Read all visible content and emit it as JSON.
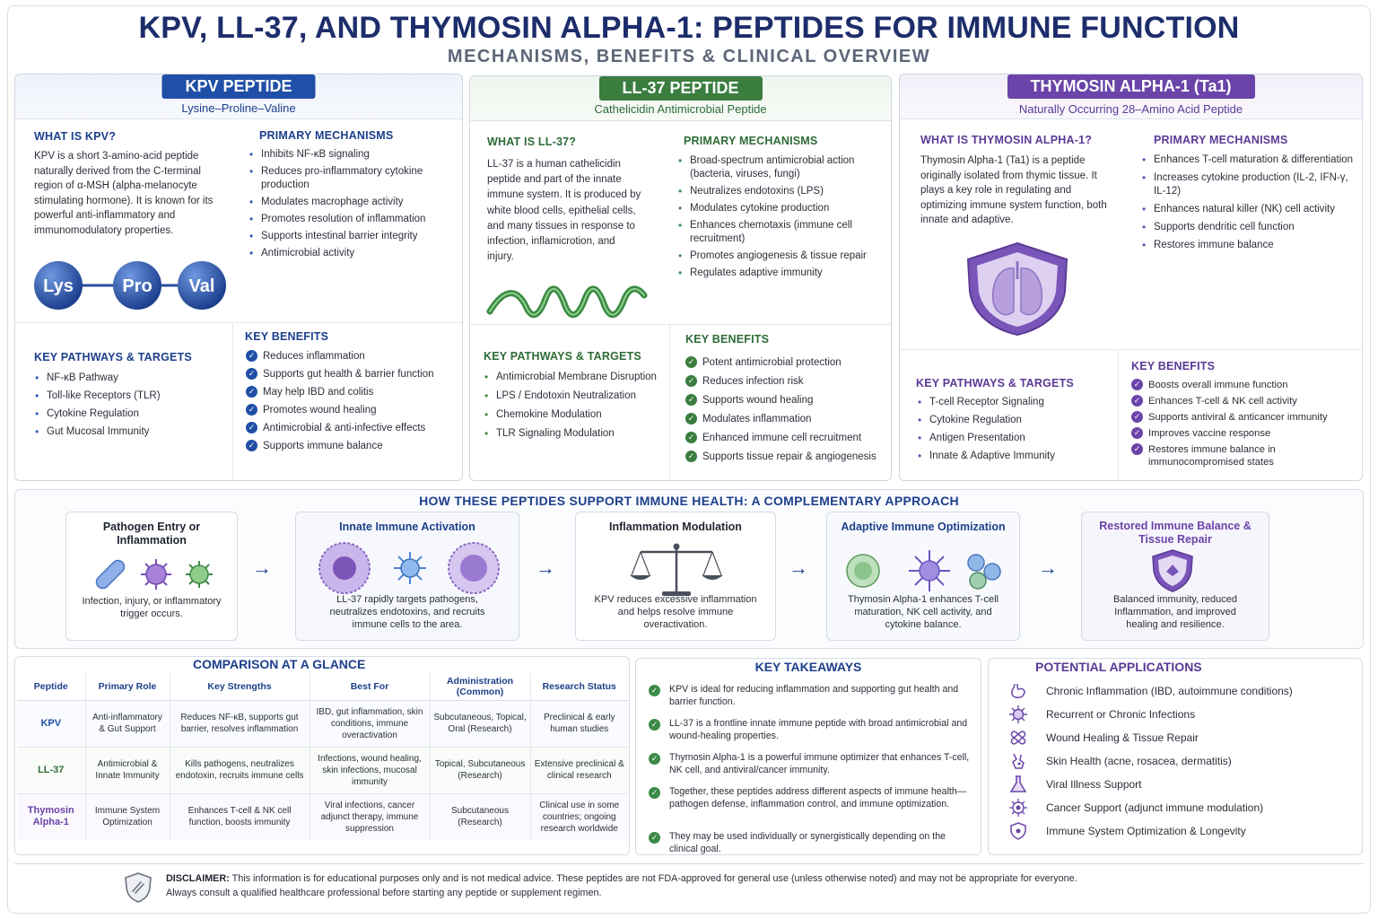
{
  "header": {
    "title": "KPV, LL-37, AND THYMOSIN ALPHA-1: PEPTIDES FOR IMMUNE FUNCTION",
    "subtitle": "MECHANISMS, BENEFITS & CLINICAL OVERVIEW"
  },
  "colors": {
    "kpv": "#1f4fa6",
    "ll37": "#3a7d3f",
    "thymosin": "#6a44a8",
    "navy": "#1d3f8c"
  },
  "kpv": {
    "pill": "KPV PEPTIDE",
    "sub": "Lysine–Proline–Valine",
    "what_title": "WHAT IS KPV?",
    "what_text": "KPV is a short 3-amino-acid peptide naturally derived from the C-terminal region of α-MSH (alpha-melanocyte stimulating hormone). It is known for its powerful anti-inflammatory and immunomodulatory properties.",
    "mech_title": "PRIMARY MECHANISMS",
    "mechanisms": [
      "Inhibits NF-κB signaling",
      "Reduces pro-inflammatory cytokine production",
      "Modulates macrophage activity",
      "Promotes resolution of inflammation",
      "Supports intestinal barrier integrity",
      "Antimicrobial activity"
    ],
    "residues": [
      "Lys",
      "Pro",
      "Val"
    ],
    "path_title": "KEY PATHWAYS & TARGETS",
    "pathways": [
      "NF-κB Pathway",
      "Toll-like Receptors (TLR)",
      "Cytokine Regulation",
      "Gut Mucosal Immunity"
    ],
    "ben_title": "KEY BENEFITS",
    "benefits": [
      "Reduces inflammation",
      "Supports gut health & barrier function",
      "May help IBD and colitis",
      "Promotes wound healing",
      "Antimicrobial & anti-infective effects",
      "Supports immune balance"
    ]
  },
  "ll37": {
    "pill": "LL-37 PEPTIDE",
    "sub": "Cathelicidin Antimicrobial Peptide",
    "what_title": "WHAT IS LL-37?",
    "what_text": "LL-37 is a human cathelicidin peptide and part of the innate immune system. It is produced by white blood cells, epithelial cells, and many tissues in response to infection, inflamicrotion, and injury.",
    "mech_title": "PRIMARY MECHANISMS",
    "mechanisms": [
      "Broad-spectrum antimicrobial action (bacteria, viruses, fungi)",
      "Neutralizes endotoxins (LPS)",
      "Modulates cytokine production",
      "Enhances chemotaxis (immune cell recruitment)",
      "Promotes angiogenesis & tissue repair",
      "Regulates adaptive immunity"
    ],
    "path_title": "KEY PATHWAYS & TARGETS",
    "pathways": [
      "Antimicrobial Membrane Disruption",
      "LPS / Endotoxin Neutralization",
      "Chemokine Modulation",
      "TLR Signaling Modulation"
    ],
    "ben_title": "KEY BENEFITS",
    "benefits": [
      "Potent antimicrobial protection",
      "Reduces infection risk",
      "Supports wound healing",
      "Modulates inflammation",
      "Enhanced immune cell recruitment",
      "Supports tissue repair & angiogenesis"
    ]
  },
  "thymosin": {
    "pill": "THYMOSIN ALPHA-1 (Ta1)",
    "sub": "Naturally Occurring 28–Amino Acid Peptide",
    "what_title": "WHAT IS THYMOSIN ALPHA-1?",
    "what_text": "Thymosin Alpha-1 (Ta1) is a peptide originally isolated from thymic tissue. It plays a key role in regulating and optimizing immune system function, both innate and adaptive.",
    "mech_title": "PRIMARY MECHANISMS",
    "mechanisms": [
      "Enhances T-cell maturation & differentiation",
      "Increases cytokine production (IL-2, IFN-γ, IL-12)",
      "Enhances natural killer (NK) cell activity",
      "Supports dendritic cell function",
      "Restores immune balance"
    ],
    "path_title": "KEY PATHWAYS & TARGETS",
    "pathways": [
      "T-cell Receptor Signaling",
      "Cytokine Regulation",
      "Antigen Presentation",
      "Innate & Adaptive Immunity"
    ],
    "ben_title": "KEY BENEFITS",
    "benefits": [
      "Boosts overall immune function",
      "Enhances T-cell & NK cell activity",
      "Supports antiviral & anticancer immunity",
      "Improves vaccine response",
      "Restores immune balance in immunocompromised states"
    ]
  },
  "flow": {
    "title": "HOW THESE PEPTIDES SUPPORT IMMUNE HEALTH: A COMPLEMENTARY APPROACH",
    "stages": [
      {
        "title": "Pathogen Entry or Inflammation",
        "desc": "Infection, injury, or inflammatory trigger occurs."
      },
      {
        "title": "Innate Immune Activation",
        "desc": "LL-37 rapidly targets pathogens, neutralizes endotoxins, and recruits immune cells to the area."
      },
      {
        "title": "Inflammation Modulation",
        "desc": "KPV reduces excessive inflammation and helps resolve immune overactivation."
      },
      {
        "title": "Adaptive Immune Optimization",
        "desc": "Thymosin Alpha-1 enhances T-cell maturation, NK cell activity, and cytokine balance."
      },
      {
        "title": "Restored Immune Balance & Tissue Repair",
        "desc": "Balanced immunity, reduced Inflammation, and improved healing and resilience."
      }
    ]
  },
  "comparison": {
    "title": "COMPARISON AT A GLANCE",
    "headers": [
      "Peptide",
      "Primary Role",
      "Key Strengths",
      "Best For",
      "Administration (Common)",
      "Research Status"
    ],
    "rows": [
      [
        "KPV",
        "Anti-inflammatory & Gut Support",
        "Reduces NF-κB, supports gut barrier, resolves inflammation",
        "IBD, gut inflammation, skin conditions, immune overactivation",
        "Subcutaneous, Topical, Oral (Research)",
        "Preclinical & early human studies"
      ],
      [
        "LL-37",
        "Antimicrobial & Innate Immunity",
        "Kills pathogens, neutralizes endotoxin, recruits immune cells",
        "Infections, wound healing, skin infections, mucosal immunity",
        "Topical, Subcutaneous (Research)",
        "Extensive preclinical & clinical research"
      ],
      [
        "Thymosin Alpha-1",
        "Immune System Optimization",
        "Enhances T-cell & NK cell function, boosts immunity",
        "Viral infections, cancer adjunct therapy, immune suppression",
        "Subcutaneous (Research)",
        "Clinical use in some countries; ongoing research worldwide"
      ]
    ]
  },
  "takeaways": {
    "title": "KEY TAKEAWAYS",
    "items": [
      "KPV is ideal for reducing inflammation and supporting gut health and barrier function.",
      "LL-37 is a frontline innate immune peptide with broad antimicrobial and wound-healing properties.",
      "Thymosin Alpha-1 is a powerful immune optimizer that enhances T-cell, NK cell, and antiviral/cancer immunity.",
      "Together, these peptides address different aspects of immune health—pathogen defense, inflammation control, and immune optimization.",
      "They may be used individually or synergistically depending on the clinical goal."
    ]
  },
  "applications": {
    "title": "POTENTIAL APPLICATIONS",
    "items": [
      {
        "label": "Chronic Inflammation (IBD, autoimmune conditions)",
        "icon": "stomach-icon"
      },
      {
        "label": "Recurrent or Chronic Infections",
        "icon": "virus-icon"
      },
      {
        "label": "Wound Healing & Tissue Repair",
        "icon": "bandage-icon"
      },
      {
        "label": "Skin Health (acne, rosacea, dermatitis)",
        "icon": "skin-icon"
      },
      {
        "label": "Viral Illness Support",
        "icon": "flask-icon"
      },
      {
        "label": "Cancer Support (adjunct immune modulation)",
        "icon": "cell-icon"
      },
      {
        "label": "Immune System Optimization & Longevity",
        "icon": "shield-icon"
      }
    ]
  },
  "disclaimer": {
    "label": "DISCLAIMER:",
    "line1": "This information is for educational purposes only and is not medical advice. These peptides are not FDA-approved for general use (unless otherwise noted) and may not be appropriate for everyone.",
    "line2": "Always consult a qualified healthcare professional before starting any peptide or supplement regimen."
  }
}
